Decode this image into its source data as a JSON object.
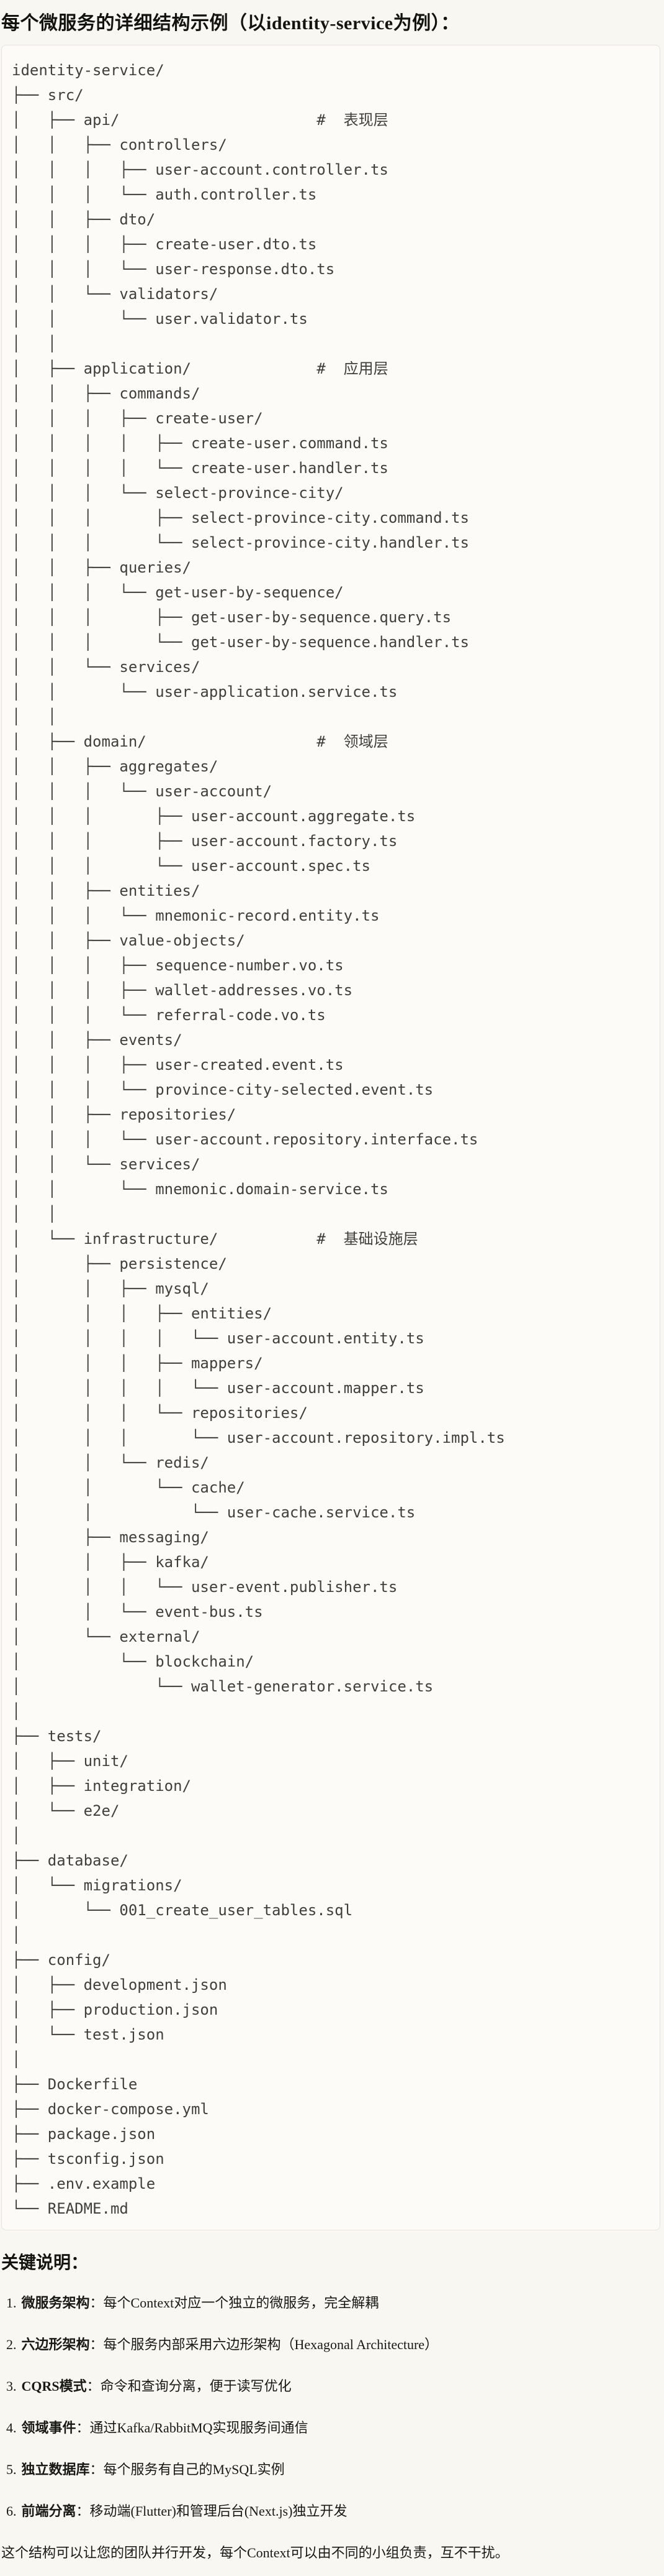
{
  "page": {
    "title": "每个微服务的详细结构示例（以identity-service为例）：",
    "notes_heading": "关键说明：",
    "closing": "这个结构可以让您的团队并行开发，每个Context可以由不同的小组负责，互不干扰。"
  },
  "colors": {
    "page_bg": "#F8F7F2",
    "code_bg": "#FCFBF7",
    "code_border": "#E6E4DC",
    "code_text": "#3F3F3B",
    "text": "#181815"
  },
  "tree": {
    "language": "plaintext",
    "lines": [
      "identity-service/",
      "├── src/",
      "│   ├── api/                      #  表现层",
      "│   │   ├── controllers/",
      "│   │   │   ├── user-account.controller.ts",
      "│   │   │   └── auth.controller.ts",
      "│   │   ├── dto/",
      "│   │   │   ├── create-user.dto.ts",
      "│   │   │   └── user-response.dto.ts",
      "│   │   └── validators/",
      "│   │       └── user.validator.ts",
      "│   │",
      "│   ├── application/              #  应用层",
      "│   │   ├── commands/",
      "│   │   │   ├── create-user/",
      "│   │   │   │   ├── create-user.command.ts",
      "│   │   │   │   └── create-user.handler.ts",
      "│   │   │   └── select-province-city/",
      "│   │   │       ├── select-province-city.command.ts",
      "│   │   │       └── select-province-city.handler.ts",
      "│   │   ├── queries/",
      "│   │   │   └── get-user-by-sequence/",
      "│   │   │       ├── get-user-by-sequence.query.ts",
      "│   │   │       └── get-user-by-sequence.handler.ts",
      "│   │   └── services/",
      "│   │       └── user-application.service.ts",
      "│   │",
      "│   ├── domain/                   #  领域层",
      "│   │   ├── aggregates/",
      "│   │   │   └── user-account/",
      "│   │   │       ├── user-account.aggregate.ts",
      "│   │   │       ├── user-account.factory.ts",
      "│   │   │       └── user-account.spec.ts",
      "│   │   ├── entities/",
      "│   │   │   └── mnemonic-record.entity.ts",
      "│   │   ├── value-objects/",
      "│   │   │   ├── sequence-number.vo.ts",
      "│   │   │   ├── wallet-addresses.vo.ts",
      "│   │   │   └── referral-code.vo.ts",
      "│   │   ├── events/",
      "│   │   │   ├── user-created.event.ts",
      "│   │   │   └── province-city-selected.event.ts",
      "│   │   ├── repositories/",
      "│   │   │   └── user-account.repository.interface.ts",
      "│   │   └── services/",
      "│   │       └── mnemonic.domain-service.ts",
      "│   │",
      "│   └── infrastructure/           #  基础设施层",
      "│       ├── persistence/",
      "│       │   ├── mysql/",
      "│       │   │   ├── entities/",
      "│       │   │   │   └── user-account.entity.ts",
      "│       │   │   ├── mappers/",
      "│       │   │   │   └── user-account.mapper.ts",
      "│       │   │   └── repositories/",
      "│       │   │       └── user-account.repository.impl.ts",
      "│       │   └── redis/",
      "│       │       └── cache/",
      "│       │           └── user-cache.service.ts",
      "│       ├── messaging/",
      "│       │   ├── kafka/",
      "│       │   │   └── user-event.publisher.ts",
      "│       │   └── event-bus.ts",
      "│       └── external/",
      "│           └── blockchain/",
      "│               └── wallet-generator.service.ts",
      "│",
      "├── tests/",
      "│   ├── unit/",
      "│   ├── integration/",
      "│   └── e2e/",
      "│",
      "├── database/",
      "│   └── migrations/",
      "│       └── 001_create_user_tables.sql",
      "│",
      "├── config/",
      "│   ├── development.json",
      "│   ├── production.json",
      "│   └── test.json",
      "│",
      "├── Dockerfile",
      "├── docker-compose.yml",
      "├── package.json",
      "├── tsconfig.json",
      "├── .env.example",
      "└── README.md"
    ]
  },
  "notes": [
    {
      "num": "1.",
      "term": "微服务架构",
      "colon": "：",
      "desc": "每个Context对应一个独立的微服务，完全解耦"
    },
    {
      "num": "2.",
      "term": "六边形架构",
      "colon": "：",
      "desc": "每个服务内部采用六边形架构（Hexagonal Architecture）"
    },
    {
      "num": "3.",
      "term": "CQRS模式",
      "colon": "：",
      "desc": "命令和查询分离，便于读写优化"
    },
    {
      "num": "4.",
      "term": "领域事件",
      "colon": "：",
      "desc": "通过Kafka/RabbitMQ实现服务间通信"
    },
    {
      "num": "5.",
      "term": "独立数据库",
      "colon": "：",
      "desc": "每个服务有自己的MySQL实例"
    },
    {
      "num": "6.",
      "term": "前端分离",
      "colon": "：",
      "desc": "移动端(Flutter)和管理后台(Next.js)独立开发"
    }
  ]
}
